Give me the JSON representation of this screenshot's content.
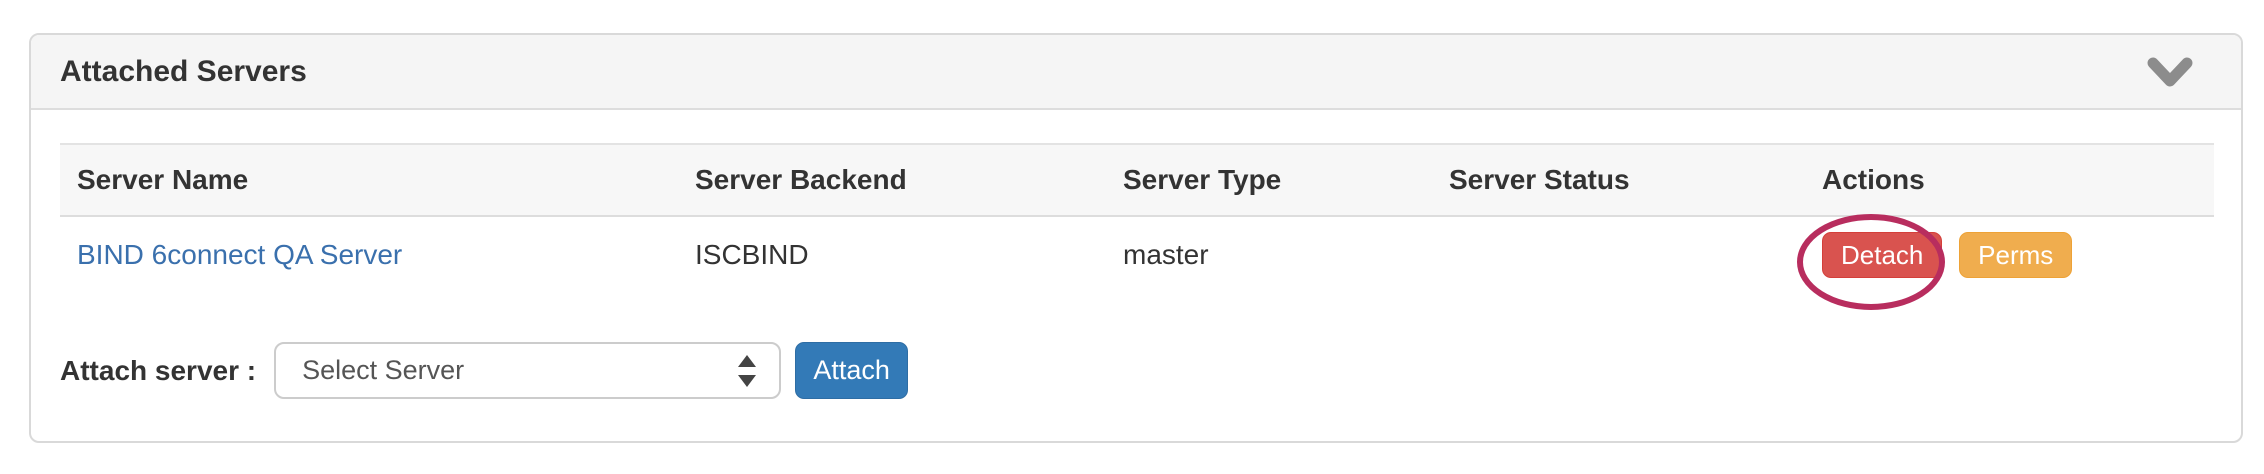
{
  "panel": {
    "title": "Attached Servers"
  },
  "table": {
    "columns": [
      {
        "label": "Server Name"
      },
      {
        "label": "Server Backend"
      },
      {
        "label": "Server Type"
      },
      {
        "label": "Server Status"
      },
      {
        "label": "Actions"
      }
    ],
    "rows": [
      {
        "server_name": "BIND 6connect QA Server",
        "server_backend": "ISCBIND",
        "server_type": "master",
        "server_status": "",
        "actions": {
          "detach_label": "Detach",
          "perms_label": "Perms"
        }
      }
    ]
  },
  "attach_form": {
    "label": "Attach server :",
    "select_value": "Select Server",
    "attach_label": "Attach"
  },
  "annotation": {
    "shape": "hand-drawn-ellipse",
    "target": "detach-button",
    "color": "#b82d5e"
  },
  "icons": {
    "header_right": "chevron-down-icon",
    "select_right": "select-stepper-icon"
  },
  "colors": {
    "detach_bg": "#d9534f",
    "perms_bg": "#f0ad4e",
    "attach_bg": "#337ab7",
    "link": "#3a70ad",
    "panel_header_bg": "#f5f5f5",
    "table_header_bg": "#f7f7f7",
    "border": "#dddddd",
    "annotation": "#b82d5e"
  }
}
